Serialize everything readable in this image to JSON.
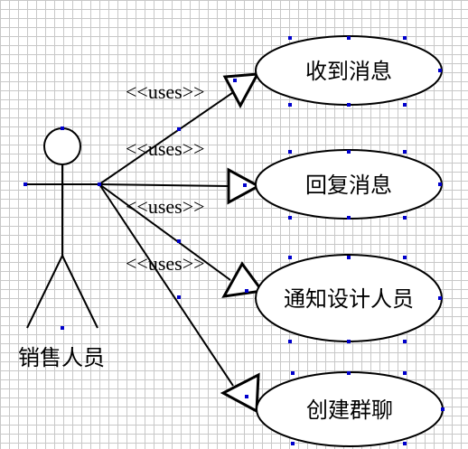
{
  "actor": {
    "name": "销售人员"
  },
  "use_cases": [
    {
      "label": "收到消息"
    },
    {
      "label": "回复消息"
    },
    {
      "label": "通知设计人员"
    },
    {
      "label": "创建群聊"
    }
  ],
  "relations": [
    {
      "stereotype": "<<uses>>"
    },
    {
      "stereotype": "<<uses>>"
    },
    {
      "stereotype": "<<uses>>"
    },
    {
      "stereotype": "<<uses>>"
    }
  ],
  "colors": {
    "line": "#000000",
    "handle": "#0000cc",
    "grid": "#c8c8c8"
  }
}
